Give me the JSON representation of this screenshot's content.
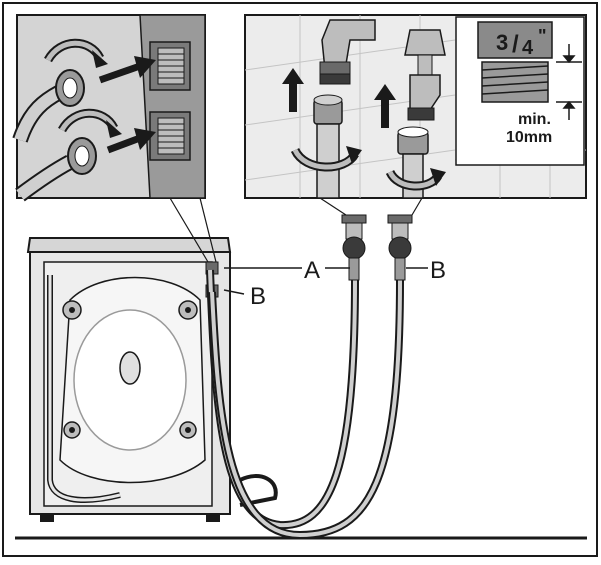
{
  "callouts": {
    "label_a": "A",
    "label_b_machine": "B",
    "label_b_hose": "B"
  },
  "inset_tap": {
    "thread_size": "3/4\"",
    "thread_size_num": "3",
    "thread_size_den": "4",
    "thread_size_mark": "\"",
    "min_label": "min.",
    "min_value": "10mm"
  },
  "colors": {
    "outline": "#1a1a1a",
    "machine_fill": "#e6e6e6",
    "drum_fill": "#f2f2f2",
    "inset_bg": "#d9d9d9",
    "tile_bg": "#ececec",
    "hose_fill": "#cfcfcf"
  }
}
